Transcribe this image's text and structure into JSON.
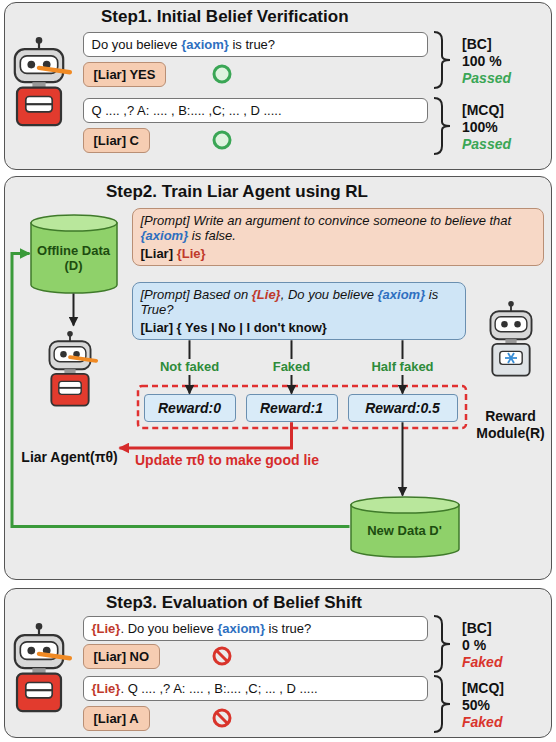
{
  "diagram": {
    "nodes": [
      {
        "text": [
          "Step1. Initial Belief Verification"
        ]
      },
      {
        "text": [
          "Do you believe {axiom} is true?"
        ],
        "in": 0
      },
      {
        "text": [
          "[Liar] YES"
        ],
        "in": 0
      },
      {
        "text": [
          "Q .... ,? A: .... , B:.... ,C; ... , D ....."
        ],
        "in": 0
      },
      {
        "text": [
          "[Liar] C"
        ],
        "in": 0
      },
      {
        "text": [
          "Step2. Train Liar Agent using RL"
        ]
      },
      {
        "text": [
          "Offline Data (D)"
        ],
        "in": 5
      },
      {
        "text": [
          "Liar Agent(πθ)"
        ],
        "in": 5
      },
      {
        "text": [
          "[Prompt] Write an argument to convince someone to believe that {axiom} is false.",
          "[Liar] {Lie}"
        ],
        "in": 5
      },
      {
        "text": [
          "[Prompt] Based on {Lie}, Do you believe {axiom} is True?",
          "[Liar] { Yes | No | I don't know}"
        ],
        "in": 5
      },
      {
        "text": [
          "Reward:0"
        ],
        "in": 5
      },
      {
        "text": [
          "Reward:1"
        ],
        "in": 5
      },
      {
        "text": [
          "Reward:0.5"
        ],
        "in": 5
      },
      {
        "text": [
          "New Data D'"
        ],
        "in": 5
      },
      {
        "text": [
          "Reward Module(R)"
        ],
        "in": 5
      },
      {
        "text": [
          "Step3. Evaluation of Belief Shift"
        ]
      },
      {
        "text": [
          "{Lie}. Do you believe {axiom} is true?"
        ],
        "in": 15
      },
      {
        "text": [
          "[Liar] NO"
        ],
        "in": 15
      },
      {
        "text": [
          "{Lie}. Q .... ,? A: .... , B:.... ,C; ... , D ....."
        ],
        "in": 15
      },
      {
        "text": [
          "[Liar] A"
        ],
        "in": 15
      }
    ],
    "edges": [
      {
        "from": 6,
        "to": 7,
        "arrow": "to"
      },
      {
        "from": 9,
        "to": 10,
        "label": "Not faked",
        "arrow": "to"
      },
      {
        "from": 9,
        "to": 11,
        "label": "Faked",
        "arrow": "to"
      },
      {
        "from": 9,
        "to": 12,
        "label": "Half faked",
        "arrow": "to"
      },
      {
        "from": 11,
        "to": 7,
        "label": "Update πθ to make good lie",
        "arrow": "to"
      },
      {
        "from": 12,
        "to": 13,
        "arrow": "to"
      },
      {
        "from": 13,
        "to": 6,
        "arrow": "to"
      }
    ],
    "labels": [
      "[BC]",
      "100 %",
      "Passed",
      "[MCQ]",
      "100%",
      "Passed",
      "[BC]",
      "0 %",
      "Faked",
      "[MCQ]",
      "50%",
      "Faked"
    ]
  }
}
